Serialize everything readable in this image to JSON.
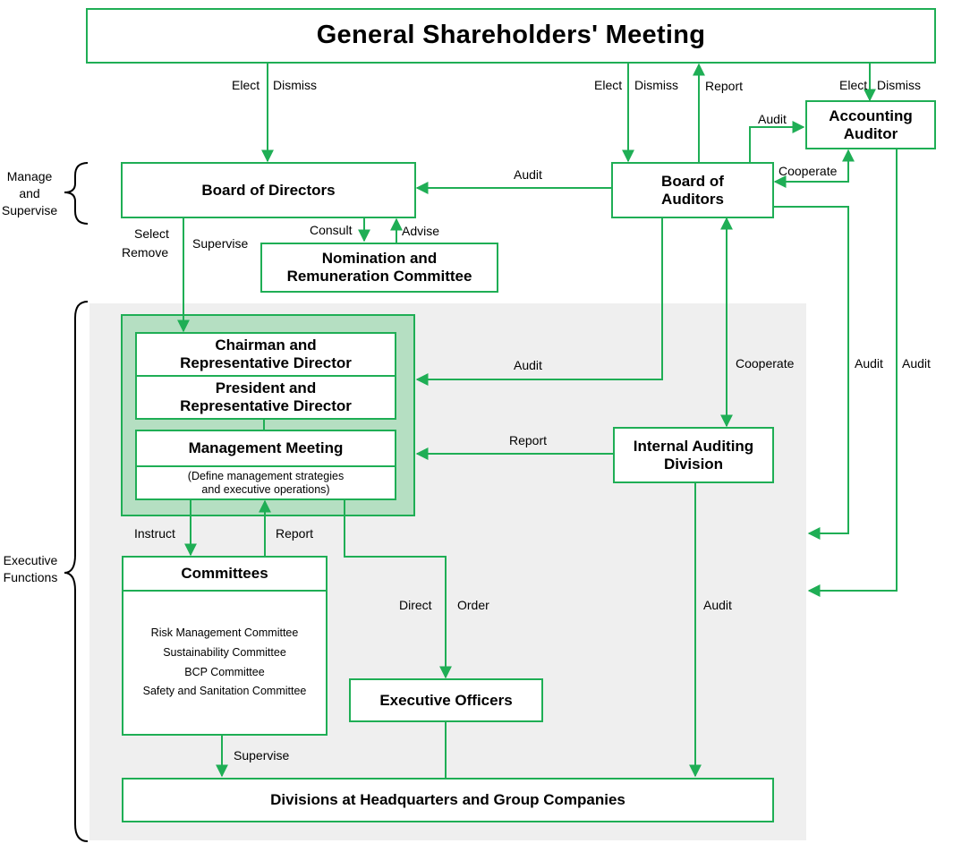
{
  "boxes": {
    "gsm": "General Shareholders' Meeting",
    "board_directors": "Board of Directors",
    "board_auditors": [
      "Board of",
      "Auditors"
    ],
    "accounting_auditor": [
      "Accounting",
      "Auditor"
    ],
    "nomination": [
      "Nomination and",
      "Remuneration Committee"
    ],
    "chairman": [
      "Chairman and",
      "Representative Director"
    ],
    "president": [
      "President and",
      "Representative Director"
    ],
    "management_meeting": "Management Meeting",
    "management_desc": [
      "(Define management strategies",
      "and executive operations)"
    ],
    "internal_audit": [
      "Internal Auditing",
      "Division"
    ],
    "committees_title": "Committees",
    "committees_list": [
      "Risk Management Committee",
      "Sustainability Committee",
      "BCP Committee",
      "Safety and Sanitation Committee"
    ],
    "executive_officers": "Executive Officers",
    "divisions": "Divisions at Headquarters and Group Companies"
  },
  "side_labels": {
    "manage": [
      "Manage",
      "and",
      "Supervise"
    ],
    "executive": [
      "Executive",
      "Functions"
    ]
  },
  "labels": {
    "elect_1": "Elect",
    "dismiss_1": "Dismiss",
    "elect_2": "Elect",
    "dismiss_2": "Dismiss",
    "report_gsm": "Report",
    "elect_3": "Elect",
    "dismiss_3": "Dismiss",
    "audit_acc": "Audit",
    "cooperate_acc": "Cooperate",
    "audit_bod": "Audit",
    "select": "Select",
    "remove": "Remove",
    "supervise_1": "Supervise",
    "consult": "Consult",
    "advise": "Advise",
    "audit_exec": "Audit",
    "cooperate_ia": "Cooperate",
    "audit_right_1": "Audit",
    "audit_right_2": "Audit",
    "report_ia": "Report",
    "instruct": "Instruct",
    "report_cm": "Report",
    "direct": "Direct",
    "order": "Order",
    "audit_ia_div": "Audit",
    "supervise_2": "Supervise"
  },
  "colors": {
    "line": "#1fae55",
    "panel": "#efefef",
    "exec_group": "#b5dfc2"
  }
}
